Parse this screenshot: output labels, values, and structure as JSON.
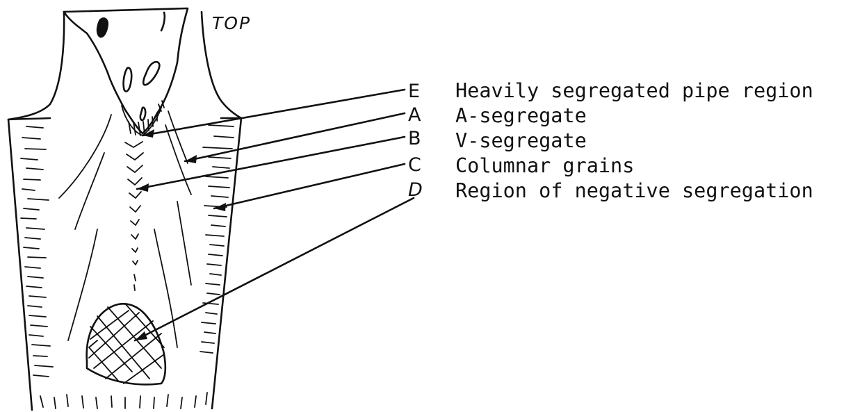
{
  "top_label": "TOP",
  "legend": [
    {
      "letter": "E",
      "description": "Heavily segregated pipe region"
    },
    {
      "letter": "A",
      "description": "A-segregate"
    },
    {
      "letter": "B",
      "description": "V-segregate"
    },
    {
      "letter": "C",
      "description": "Columnar grains"
    },
    {
      "letter": "D",
      "description": "Region of negative segregation"
    }
  ],
  "colors": {
    "ink": "#111111",
    "background": "#ffffff"
  }
}
